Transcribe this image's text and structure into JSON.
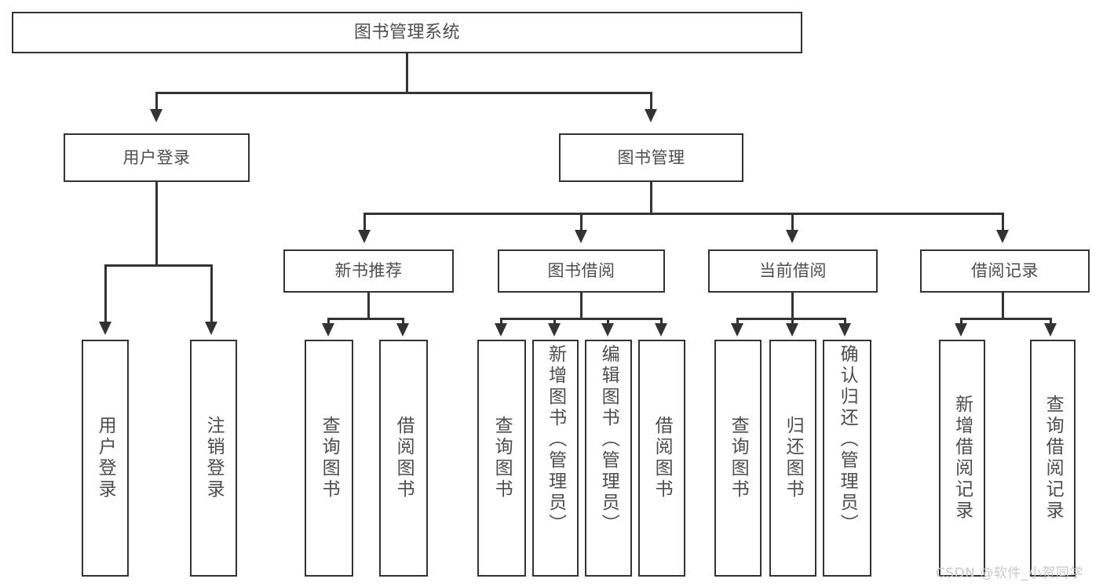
{
  "diagram": {
    "title": "图书管理系统",
    "type": "hierarchy-tree",
    "root": {
      "label": "图书管理系统"
    },
    "level2": [
      {
        "label": "用户登录"
      },
      {
        "label": "图书管理"
      }
    ],
    "level3": [
      {
        "label": "新书推荐"
      },
      {
        "label": "图书借阅"
      },
      {
        "label": "当前借阅"
      },
      {
        "label": "借阅记录"
      }
    ],
    "leaves": {
      "user_login": [
        {
          "label": "用户登录"
        },
        {
          "label": "注销登录"
        }
      ],
      "new_book_recommend": [
        {
          "label": "查询图书"
        },
        {
          "label": "借阅图书"
        }
      ],
      "book_borrow": [
        {
          "label": "查询图书"
        },
        {
          "label": "新增图书（管理员）"
        },
        {
          "label": "编辑图书（管理员）"
        },
        {
          "label": "借阅图书"
        }
      ],
      "current_borrow": [
        {
          "label": "查询图书"
        },
        {
          "label": "归还图书"
        },
        {
          "label": "确认归还（管理员）"
        }
      ],
      "borrow_record": [
        {
          "label": "新增借阅记录"
        },
        {
          "label": "查询借阅记录"
        }
      ]
    },
    "watermark": "CSDN @软件_小贺同学",
    "colors": {
      "stroke": "#333333",
      "text": "#4d4d4d",
      "background": "#ffffff",
      "watermark": "#c9c9c9"
    }
  }
}
